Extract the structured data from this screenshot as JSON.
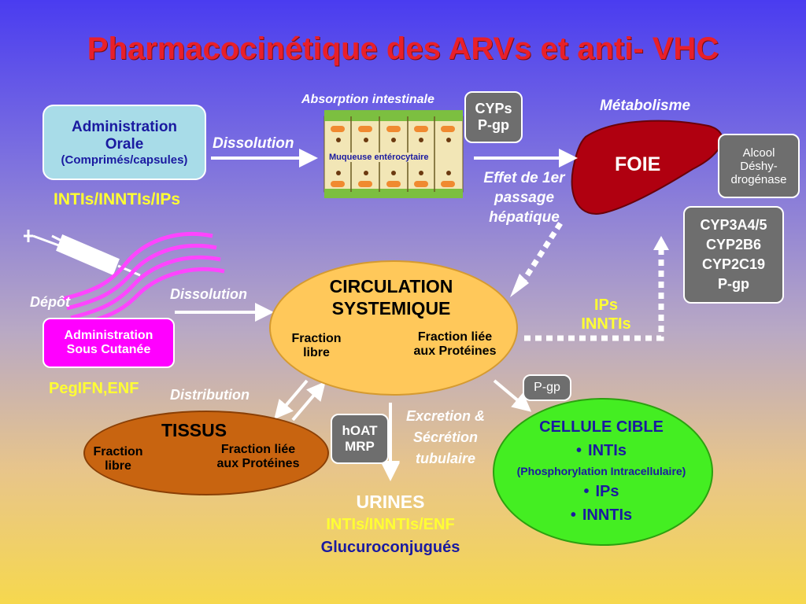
{
  "title": "Pharmacocinétique des ARVs et anti- VHC",
  "oral": {
    "line1": "Administration",
    "line2": "Orale",
    "line3": "(Comprimés/capsules)",
    "drugs": "INTIs/INNTIs/IPs",
    "arrow_label": "Dissolution"
  },
  "intestine": {
    "label": "Absorption intestinale",
    "mucosa": "Muqueuse entérocytaire",
    "cyp_line1": "CYPs",
    "cyp_line2": "P-gp"
  },
  "liver": {
    "section": "Métabolisme",
    "name": "FOIE",
    "first_pass_line1": "Effet de 1er",
    "first_pass_line2": "passage",
    "first_pass_line3": "hépatique",
    "alcohol_line1": "Alcool",
    "alcohol_line2": "Déshy-",
    "alcohol_line3": "drogénase",
    "enzymes": [
      "CYP3A4/5",
      "CYP2B6",
      "CYP2C19",
      "P-gp"
    ]
  },
  "subcut": {
    "depot": "Dépôt",
    "arrow_label": "Dissolution",
    "line1": "Administration",
    "line2": "Sous Cutanée",
    "drugs": "PegIFN,ENF"
  },
  "circulation": {
    "line1": "CIRCULATION",
    "line2": "SYSTEMIQUE",
    "free1": "Fraction",
    "free2": "libre",
    "bound1": "Fraction liée",
    "bound2": "aux Protéines"
  },
  "ips_innti": {
    "line1": "IPs",
    "line2": "INNTIs"
  },
  "distribution": "Distribution",
  "tissue": {
    "title": "TISSUS",
    "free1": "Fraction",
    "free2": "libre",
    "bound1": "Fraction liée",
    "bound2": "aux Protéines"
  },
  "transport": {
    "line1": "hOAT",
    "line2": "MRP"
  },
  "excretion": {
    "line1": "Excretion &",
    "line2": "Sécrétion",
    "line3": "tubulaire"
  },
  "urine": {
    "title": "URINES",
    "drugs": "INTIs/INNTIs/ENF",
    "note": "Glucuroconjugués"
  },
  "pgp": "P-gp",
  "target": {
    "title": "CELLULE CIBLE",
    "items": [
      "INTIs",
      "(Phosphorylation Intracellulaire)",
      "IPs",
      "INNTIs"
    ],
    "bullet": "•"
  },
  "colors": {
    "title": "#e8202a",
    "oral_box": "#a8dce8",
    "subcut_box": "#ff00ff",
    "ellipse": "#ffc85a",
    "tissue": "#c86410",
    "liver": "#b00010",
    "target": "#44ee22",
    "yellow_text": "#ffff33"
  }
}
